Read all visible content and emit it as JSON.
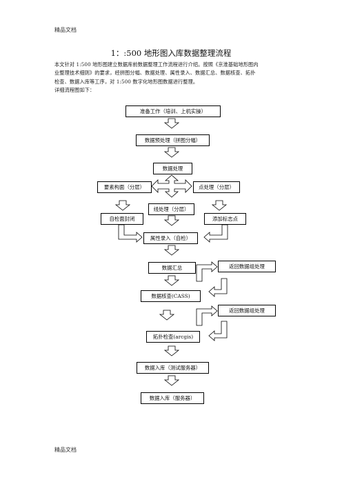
{
  "header": {
    "watermark_top": "精品文档"
  },
  "footer": {
    "watermark_bottom": "精品文档"
  },
  "document": {
    "title": "1：:500 地形图入库数据整理流程",
    "paragraph_lines": [
      "本文针对 1:500 地形图建立数据库前数据整理工作流程进行介绍。按照《京淮基础地形图内",
      "业整理技术细则》的要求，经拼图分幅、数据处理、属性录入、数据汇总、数据核查、拓扑",
      "检查、数据入库等工序，对 1:500 数字化地形图数据进行整理。",
      "详细流程图如下："
    ]
  },
  "flowchart": {
    "steps": {
      "prep": "准备工作（培训、上机实操）",
      "preprocess": "数据预处理（拼图分幅）",
      "processing": "数据处理",
      "polygon": "要素构面（分层）",
      "point": "点处理（分层）",
      "line": "线处理（分层）",
      "self_check": "自检面封闭",
      "add_marker": "添加标志点",
      "attribute": "属性录入（自检）",
      "summary": "数据汇总",
      "return1": "返回数据组处理",
      "verify": "数据核查(CASS)",
      "return2": "返回数据组处理",
      "topology": "拓扑检查(arcgis)",
      "db_test": "数据入库（测试服务器）",
      "db_server": "数据入库（服务器）"
    }
  }
}
